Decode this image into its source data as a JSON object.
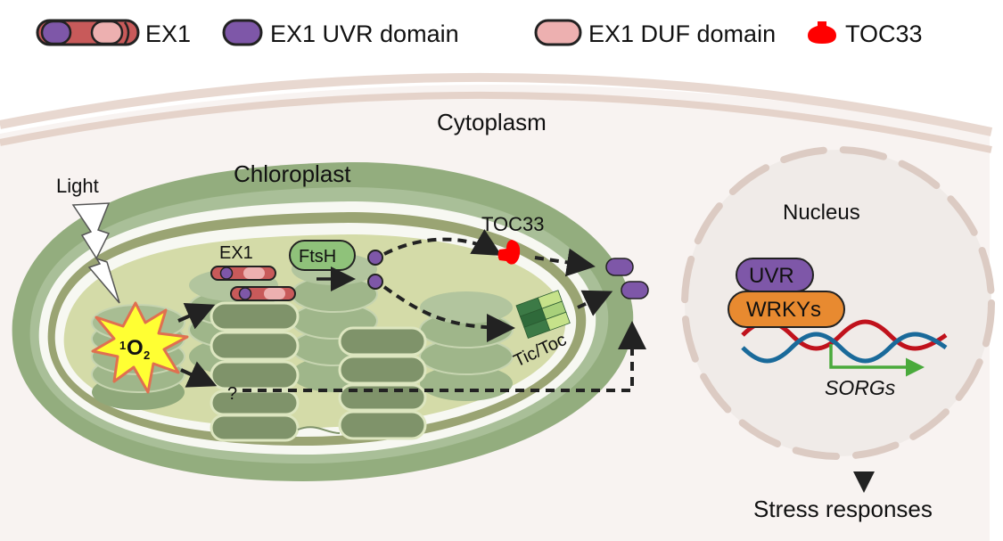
{
  "legend": {
    "items": [
      {
        "key": "ex1",
        "label": "EX1"
      },
      {
        "key": "uvr",
        "label": "EX1 UVR domain"
      },
      {
        "key": "duf",
        "label": "EX1 DUF domain"
      },
      {
        "key": "toc33",
        "label": "TOC33"
      }
    ]
  },
  "labels": {
    "cytoplasm": "Cytoplasm",
    "chloroplast": "Chloroplast",
    "light": "Light",
    "ex1": "EX1",
    "ftsh": "FtsH",
    "singlet_oxygen_sup": "1",
    "singlet_oxygen_main": "O",
    "singlet_oxygen_sub": "2",
    "question": "?",
    "toc33": "TOC33",
    "tic_toc": "Tic/Toc",
    "nucleus": "Nucleus",
    "uvr": "UVR",
    "wrkys": "WRKYs",
    "sorgs": "SORGs",
    "stress": "Stress responses"
  },
  "colors": {
    "uvr": "#7e57a8",
    "duf": "#edb0b0",
    "ex1_body": "#c85a5a",
    "toc33": "#ff0000",
    "ftsh": "#8fc27a",
    "wrkys": "#e88a30",
    "dna_red": "#c0121c",
    "dna_blue": "#1a6a9a",
    "promoter_arrow": "#4aaa3c",
    "cytoplasm_bg": "#f8f3f1",
    "nucleus_bg": "#f0ebe8"
  }
}
